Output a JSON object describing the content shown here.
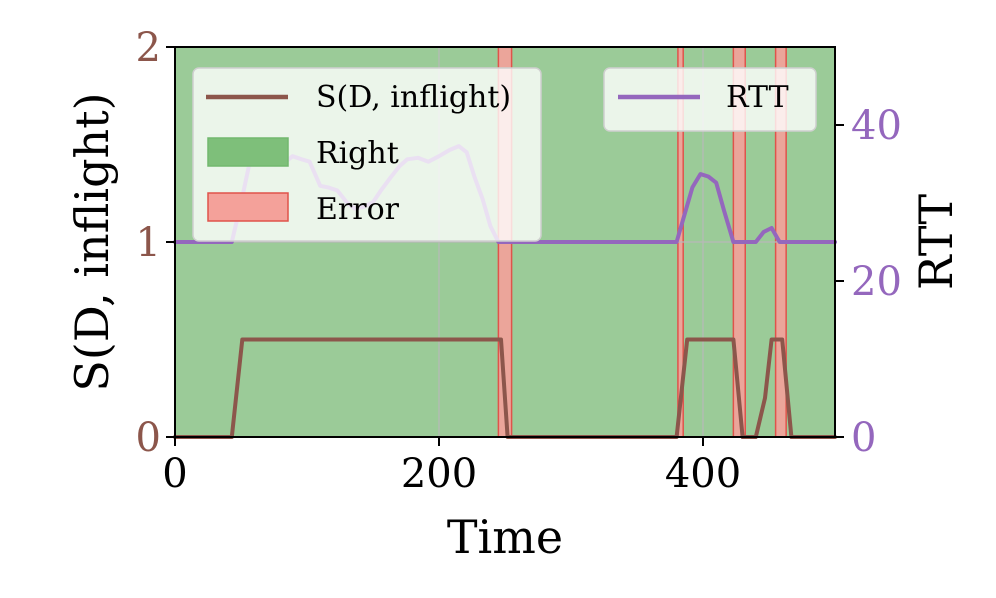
{
  "chart_data": {
    "type": "line",
    "title": "",
    "xlabel": "Time",
    "ylabel": "S(D, inflight)",
    "y2label": "RTT",
    "xlim": [
      0,
      500
    ],
    "ylim": [
      0,
      2
    ],
    "y2lim": [
      0,
      50
    ],
    "xticks": [
      0,
      200,
      400
    ],
    "yticks": [
      0,
      1,
      2
    ],
    "y2ticks": [
      0,
      20,
      40
    ],
    "grid": true,
    "colors": {
      "s_line": "#8c564b",
      "rtt_line": "#9467bd",
      "right_fill": "#9bcb98",
      "error_fill": "#f4a19a",
      "error_edge": "#e0534b"
    },
    "series": [
      {
        "name": "S(D, inflight)",
        "axis": "left",
        "x": [
          0,
          43,
          51,
          247,
          252,
          380,
          388,
          423,
          430,
          440,
          447,
          452,
          460,
          467,
          500
        ],
        "y": [
          0,
          0,
          0.5,
          0.5,
          0,
          0,
          0.5,
          0.5,
          0,
          0,
          0.2,
          0.5,
          0.5,
          0,
          0
        ]
      },
      {
        "name": "RTT",
        "axis": "right",
        "x": [
          0,
          43,
          50,
          57,
          63,
          70,
          76,
          82,
          89,
          96,
          102,
          110,
          116,
          123,
          130,
          136,
          143,
          150,
          156,
          163,
          170,
          176,
          184,
          192,
          200,
          208,
          215,
          221,
          227,
          233,
          239,
          245,
          380,
          386,
          392,
          398,
          404,
          410,
          416,
          423,
          428,
          434,
          440,
          446,
          452,
          458,
          464,
          500
        ],
        "y": [
          25,
          25,
          30,
          35.5,
          36.2,
          36.3,
          34.9,
          35,
          36,
          35.6,
          35.3,
          32.2,
          32,
          31.6,
          30.1,
          29.3,
          29.5,
          30.1,
          31.6,
          33.2,
          34.7,
          35.6,
          35.8,
          35.3,
          36,
          36.8,
          37.3,
          36.5,
          33.3,
          30.5,
          27,
          25,
          25,
          28.5,
          32,
          33.7,
          33.4,
          32.6,
          29,
          25,
          25,
          25,
          25,
          26.3,
          26.8,
          25,
          25,
          25
        ]
      }
    ],
    "regions": {
      "right_label": "Right",
      "error_label": "Error",
      "error_spans": [
        [
          245,
          255
        ],
        [
          381,
          385
        ],
        [
          423,
          432
        ],
        [
          455,
          463
        ]
      ]
    },
    "legends": [
      {
        "position": "upper-left",
        "items": [
          "S(D, inflight)",
          "Right",
          "Error"
        ]
      },
      {
        "position": "upper-right",
        "items": [
          "RTT"
        ]
      }
    ]
  }
}
